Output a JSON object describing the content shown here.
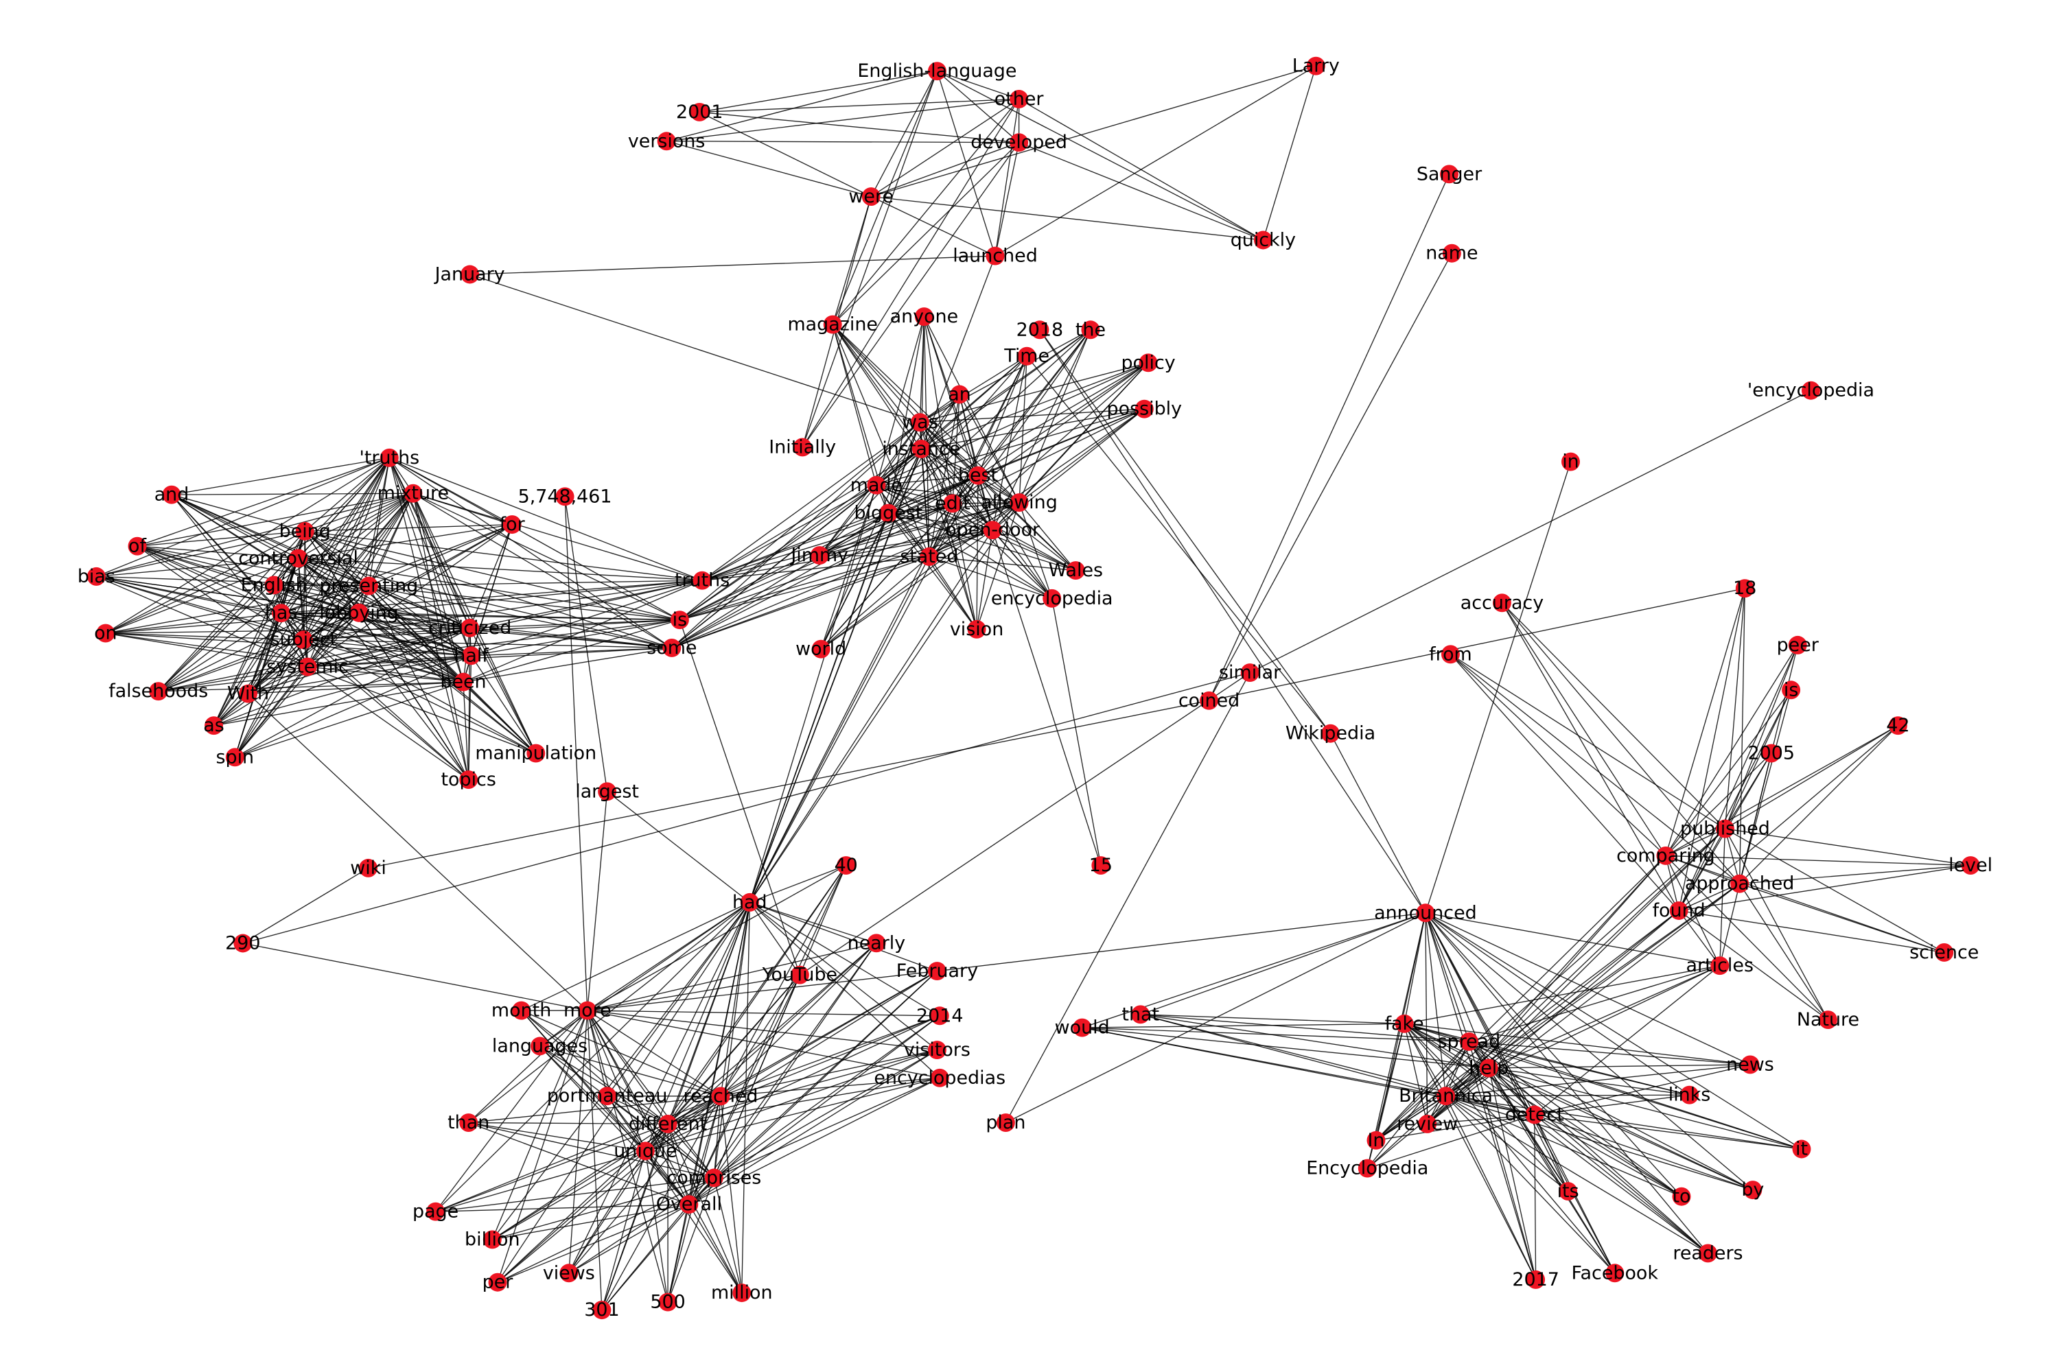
{
  "graph": {
    "node_color": "#ee1422",
    "edge_color": "#000000",
    "nodes": [
      {
        "id": "english_language",
        "label": "English-language"
      },
      {
        "id": "other",
        "label": "other"
      },
      {
        "id": "y2001",
        "label": "2001"
      },
      {
        "id": "versions",
        "label": "versions"
      },
      {
        "id": "developed",
        "label": "developed"
      },
      {
        "id": "were",
        "label": "were"
      },
      {
        "id": "quickly",
        "label": "quickly"
      },
      {
        "id": "larry",
        "label": "Larry"
      },
      {
        "id": "sanger",
        "label": "Sanger"
      },
      {
        "id": "name",
        "label": "name"
      },
      {
        "id": "launched",
        "label": "launched"
      },
      {
        "id": "january",
        "label": "January"
      },
      {
        "id": "magazine",
        "label": "magazine"
      },
      {
        "id": "anyone",
        "label": "anyone"
      },
      {
        "id": "y2018",
        "label": "2018"
      },
      {
        "id": "the",
        "label": "the"
      },
      {
        "id": "time",
        "label": "Time"
      },
      {
        "id": "policy",
        "label": "policy"
      },
      {
        "id": "possibly",
        "label": "possibly"
      },
      {
        "id": "an",
        "label": "an"
      },
      {
        "id": "was",
        "label": "was"
      },
      {
        "id": "initially",
        "label": "Initially"
      },
      {
        "id": "instance",
        "label": "instance"
      },
      {
        "id": "made",
        "label": "made"
      },
      {
        "id": "best",
        "label": "best"
      },
      {
        "id": "edit",
        "label": "edit"
      },
      {
        "id": "allowing",
        "label": "allowing"
      },
      {
        "id": "biggest",
        "label": "biggest"
      },
      {
        "id": "open_door",
        "label": "open-door"
      },
      {
        "id": "stated",
        "label": "stated"
      },
      {
        "id": "jimmy",
        "label": "Jimmy"
      },
      {
        "id": "wales",
        "label": "Wales"
      },
      {
        "id": "encyclopedia",
        "label": "encyclopedia"
      },
      {
        "id": "vision",
        "label": "vision"
      },
      {
        "id": "world",
        "label": "world"
      },
      {
        "id": "q_truths",
        "label": "'truths"
      },
      {
        "id": "mixture",
        "label": "mixture"
      },
      {
        "id": "and",
        "label": "and"
      },
      {
        "id": "n5748461",
        "label": "5,748,461"
      },
      {
        "id": "for",
        "label": "for"
      },
      {
        "id": "of",
        "label": "of"
      },
      {
        "id": "being",
        "label": "being"
      },
      {
        "id": "controversial",
        "label": "controversial"
      },
      {
        "id": "bias",
        "label": "bias"
      },
      {
        "id": "english",
        "label": "English"
      },
      {
        "id": "presenting",
        "label": "presenting"
      },
      {
        "id": "has",
        "label": "has"
      },
      {
        "id": "truths",
        "label": "truths"
      },
      {
        "id": "on",
        "label": "on"
      },
      {
        "id": "subject",
        "label": "subject"
      },
      {
        "id": "lobbying",
        "label": "lobbying"
      },
      {
        "id": "criticized",
        "label": "criticized"
      },
      {
        "id": "is_left",
        "label": "is"
      },
      {
        "id": "systemic",
        "label": "systemic"
      },
      {
        "id": "some",
        "label": "some"
      },
      {
        "id": "half",
        "label": "half"
      },
      {
        "id": "with",
        "label": "With"
      },
      {
        "id": "falsehoods",
        "label": "falsehoods"
      },
      {
        "id": "been",
        "label": "been"
      },
      {
        "id": "as",
        "label": "as"
      },
      {
        "id": "spin",
        "label": "spin"
      },
      {
        "id": "manipulation",
        "label": "manipulation"
      },
      {
        "id": "topics",
        "label": "topics"
      },
      {
        "id": "largest",
        "label": "largest"
      },
      {
        "id": "coined",
        "label": "coined"
      },
      {
        "id": "similar",
        "label": "similar"
      },
      {
        "id": "wikipedia",
        "label": "Wikipedia"
      },
      {
        "id": "wiki",
        "label": "wiki"
      },
      {
        "id": "n290",
        "label": "290"
      },
      {
        "id": "had",
        "label": "had"
      },
      {
        "id": "n40",
        "label": "40"
      },
      {
        "id": "n15",
        "label": "15"
      },
      {
        "id": "nearly",
        "label": "nearly"
      },
      {
        "id": "youtube",
        "label": "YouTube"
      },
      {
        "id": "february",
        "label": "February"
      },
      {
        "id": "announced",
        "label": "announced"
      },
      {
        "id": "month",
        "label": "month"
      },
      {
        "id": "more",
        "label": "more"
      },
      {
        "id": "y2014",
        "label": "2014"
      },
      {
        "id": "languages",
        "label": "languages"
      },
      {
        "id": "visitors",
        "label": "visitors"
      },
      {
        "id": "encyclopedias",
        "label": "encyclopedias"
      },
      {
        "id": "would",
        "label": "would"
      },
      {
        "id": "that",
        "label": "that"
      },
      {
        "id": "plan",
        "label": "plan"
      },
      {
        "id": "portmanteau",
        "label": "portmanteau"
      },
      {
        "id": "than",
        "label": "than"
      },
      {
        "id": "different",
        "label": "different"
      },
      {
        "id": "reached",
        "label": "reached"
      },
      {
        "id": "unique",
        "label": "unique"
      },
      {
        "id": "overall",
        "label": "Overall"
      },
      {
        "id": "comprises",
        "label": "comprises"
      },
      {
        "id": "page",
        "label": "page"
      },
      {
        "id": "billion",
        "label": "billion"
      },
      {
        "id": "per",
        "label": "per"
      },
      {
        "id": "views",
        "label": "views"
      },
      {
        "id": "n301",
        "label": "301"
      },
      {
        "id": "n500",
        "label": "500"
      },
      {
        "id": "million",
        "label": "million"
      },
      {
        "id": "q_encyclopedia",
        "label": "'encyclopedia"
      },
      {
        "id": "in",
        "label": "in"
      },
      {
        "id": "accuracy",
        "label": "accuracy"
      },
      {
        "id": "n18",
        "label": "18"
      },
      {
        "id": "from",
        "label": "from"
      },
      {
        "id": "peer",
        "label": "peer"
      },
      {
        "id": "is_right",
        "label": "is"
      },
      {
        "id": "n42",
        "label": "42"
      },
      {
        "id": "y2005",
        "label": "2005"
      },
      {
        "id": "comparing",
        "label": "comparing"
      },
      {
        "id": "published",
        "label": "published"
      },
      {
        "id": "found",
        "label": "found"
      },
      {
        "id": "approached",
        "label": "approached"
      },
      {
        "id": "level",
        "label": "level"
      },
      {
        "id": "science",
        "label": "science"
      },
      {
        "id": "nature",
        "label": "Nature"
      },
      {
        "id": "articles",
        "label": "articles"
      },
      {
        "id": "fake",
        "label": "fake"
      },
      {
        "id": "britannica",
        "label": "Britannica"
      },
      {
        "id": "spread",
        "label": "spread"
      },
      {
        "id": "help",
        "label": "help"
      },
      {
        "id": "news",
        "label": "news"
      },
      {
        "id": "links",
        "label": "links"
      },
      {
        "id": "review",
        "label": "review"
      },
      {
        "id": "detect",
        "label": "detect"
      },
      {
        "id": "in_cap",
        "label": "In"
      },
      {
        "id": "encyclopedia_cap",
        "label": "Encyclopedia"
      },
      {
        "id": "it",
        "label": "it"
      },
      {
        "id": "its",
        "label": "its"
      },
      {
        "id": "to",
        "label": "to"
      },
      {
        "id": "by",
        "label": "by"
      },
      {
        "id": "readers",
        "label": "readers"
      },
      {
        "id": "y2017",
        "label": "2017"
      },
      {
        "id": "facebook",
        "label": "Facebook"
      }
    ],
    "groups": [
      {
        "hubs": [
          "were",
          "developed",
          "other",
          "english_language"
        ],
        "members": [
          "y2001",
          "versions",
          "quickly",
          "magazine",
          "initially",
          "launched"
        ]
      },
      {
        "hubs": [
          "has",
          "being",
          "controversial",
          "presenting",
          "subject",
          "lobbying",
          "systemic",
          "criticized",
          "half",
          "been",
          "mixture",
          "q_truths"
        ],
        "members": [
          "and",
          "of",
          "bias",
          "on",
          "falsehoods",
          "with",
          "as",
          "spin",
          "topics",
          "manipulation",
          "for",
          "truths",
          "is_left",
          "some",
          "english"
        ]
      },
      {
        "hubs": [
          "was",
          "instance",
          "made",
          "best",
          "edit",
          "allowing",
          "biggest",
          "open_door",
          "stated"
        ],
        "members": [
          "magazine",
          "anyone",
          "the",
          "time",
          "policy",
          "possibly",
          "an",
          "jimmy",
          "wales",
          "encyclopedia",
          "vision",
          "world",
          "is_left",
          "some",
          "truths",
          "had"
        ]
      },
      {
        "hubs": [
          "different",
          "reached",
          "unique",
          "overall",
          "comprises",
          "more",
          "had"
        ],
        "members": [
          "month",
          "languages",
          "portmanteau",
          "than",
          "page",
          "billion",
          "per",
          "views",
          "n301",
          "n500",
          "million",
          "n40",
          "nearly",
          "youtube",
          "february",
          "y2014",
          "visitors",
          "encyclopedias"
        ]
      },
      {
        "hubs": [
          "comparing",
          "published",
          "found",
          "approached"
        ],
        "members": [
          "accuracy",
          "n18",
          "from",
          "peer",
          "is_right",
          "n42",
          "y2005",
          "level",
          "science",
          "nature",
          "articles",
          "britannica",
          "review",
          "in_cap"
        ]
      },
      {
        "hubs": [
          "announced",
          "fake",
          "britannica",
          "spread",
          "help",
          "detect"
        ],
        "members": [
          "articles",
          "news",
          "links",
          "review",
          "in_cap",
          "encyclopedia_cap",
          "it",
          "its",
          "to",
          "by",
          "readers",
          "y2017",
          "facebook",
          "would",
          "that"
        ]
      }
    ],
    "extra_edges": [
      [
        "january",
        "launched"
      ],
      [
        "january",
        "was"
      ],
      [
        "larry",
        "quickly"
      ],
      [
        "larry",
        "launched"
      ],
      [
        "larry",
        "were"
      ],
      [
        "coined",
        "sanger"
      ],
      [
        "coined",
        "name"
      ],
      [
        "coined",
        "wiki"
      ],
      [
        "similar",
        "q_encyclopedia"
      ],
      [
        "similar",
        "n290"
      ],
      [
        "similar",
        "plan"
      ],
      [
        "similar",
        "youtube"
      ],
      [
        "in",
        "announced"
      ],
      [
        "n18",
        "coined"
      ],
      [
        "n290",
        "more"
      ],
      [
        "wiki",
        "n290"
      ],
      [
        "largest",
        "n5748461"
      ],
      [
        "largest",
        "had"
      ],
      [
        "largest",
        "more"
      ],
      [
        "n5748461",
        "more"
      ],
      [
        "n15",
        "open_door"
      ],
      [
        "n15",
        "encyclopedia"
      ],
      [
        "wikipedia",
        "time"
      ],
      [
        "wikipedia",
        "announced"
      ],
      [
        "wikipedia",
        "y2018"
      ],
      [
        "february",
        "announced"
      ],
      [
        "y2018",
        "announced"
      ],
      [
        "launched",
        "had"
      ],
      [
        "magazine",
        "was"
      ],
      [
        "would",
        "fake"
      ],
      [
        "that",
        "fake"
      ],
      [
        "plan",
        "announced"
      ],
      [
        "with",
        "more"
      ],
      [
        "is_left",
        "youtube"
      ]
    ]
  }
}
